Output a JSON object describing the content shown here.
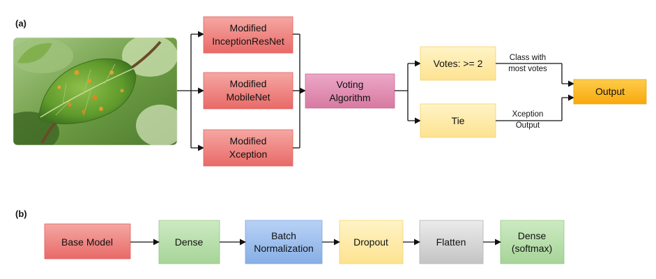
{
  "panel_a": {
    "label": "(a)",
    "photo": "leaf-with-rust-spots",
    "models": [
      {
        "line1": "Modified",
        "line2": "InceptionResNet"
      },
      {
        "line1": "Modified",
        "line2": "MobileNet"
      },
      {
        "line1": "Modified",
        "line2": "Xception"
      }
    ],
    "voting": {
      "line1": "Voting",
      "line2": "Algorithm"
    },
    "votes": "Votes: >= 2",
    "tie": "Tie",
    "output": "Output",
    "class_note": {
      "line1": "Class with",
      "line2": "most votes"
    },
    "xception_note": {
      "line1": "Xception",
      "line2": "Output"
    }
  },
  "panel_b": {
    "label": "(b)",
    "steps": [
      {
        "line1": "Base Model",
        "line2": ""
      },
      {
        "line1": "Dense",
        "line2": ""
      },
      {
        "line1": "Batch",
        "line2": "Normalization"
      },
      {
        "line1": "Dropout",
        "line2": ""
      },
      {
        "line1": "Flatten",
        "line2": ""
      },
      {
        "line1": "Dense",
        "line2": "(softmax)"
      }
    ]
  },
  "colors": {
    "red_box": "#ea7370",
    "pink_box": "#d97fa6",
    "yellow_box": "#fde9a0",
    "orange_box": "#fbb319",
    "green_box": "#b3dba6",
    "blue_box": "#92b7ea",
    "gray_box": "#cfcfcf"
  }
}
